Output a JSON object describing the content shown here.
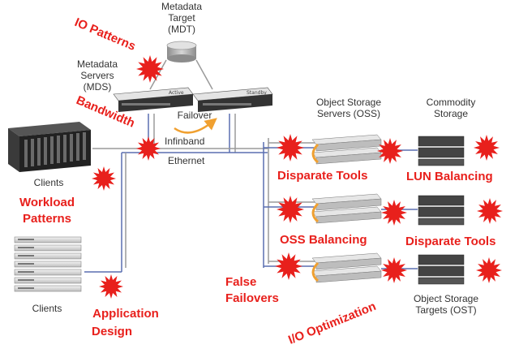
{
  "labels": {
    "metadata_target": [
      "Metadata",
      "Target",
      "(MDT)"
    ],
    "metadata_servers": [
      "Metadata",
      "Servers",
      "(MDS)"
    ],
    "failover": "Failover",
    "infinband": "Infinband",
    "ethernet": "Ethernet",
    "clients_top": "Clients",
    "clients_bottom": "Clients",
    "oss": [
      "Object Storage",
      "Servers (OSS)"
    ],
    "commodity": [
      "Commodity",
      "Storage"
    ],
    "ost": [
      "Object Storage",
      "Targets (OST)"
    ],
    "server_active": "Active",
    "server_standby": "Standby"
  },
  "issues": {
    "io_patterns": "IO Patterns",
    "bandwidth": "Bandwidth",
    "workload": [
      "Workload",
      "Patterns"
    ],
    "application": [
      "Application",
      "Design"
    ],
    "disparate_tools_1": "Disparate Tools",
    "lun_balancing": "LUN Balancing",
    "oss_balancing": "OSS Balancing",
    "disparate_tools_2": "Disparate Tools",
    "false_failovers": [
      "False",
      "Failovers"
    ],
    "io_optimization": "I/O Optimization"
  },
  "colors": {
    "issue_red": "#e8201c",
    "link_blue": "#5a6fb0",
    "link_gray": "#9a9a9a",
    "arrow_orange": "#f0a030"
  }
}
